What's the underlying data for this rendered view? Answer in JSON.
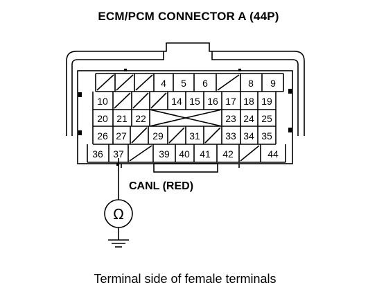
{
  "title": "ECM/PCM CONNECTOR A (44P)",
  "caption": "Terminal side of female terminals",
  "probe": {
    "label": "CANL (RED)",
    "terminal": "37",
    "meter_symbol": "Ω"
  },
  "connector": {
    "rows": [
      [
        "",
        "",
        "",
        "4",
        "5",
        "6",
        "",
        "8",
        "9"
      ],
      [
        "10",
        "",
        "",
        "",
        "14",
        "15",
        "16",
        "17",
        "18",
        "19"
      ],
      [
        "20",
        "21",
        "22",
        "23",
        "24",
        "25"
      ],
      [
        "26",
        "27",
        "",
        "29",
        "",
        "31",
        "",
        "33",
        "34",
        "35"
      ],
      [
        "36",
        "37",
        "",
        "39",
        "40",
        "41",
        "42",
        "",
        "44"
      ]
    ]
  }
}
